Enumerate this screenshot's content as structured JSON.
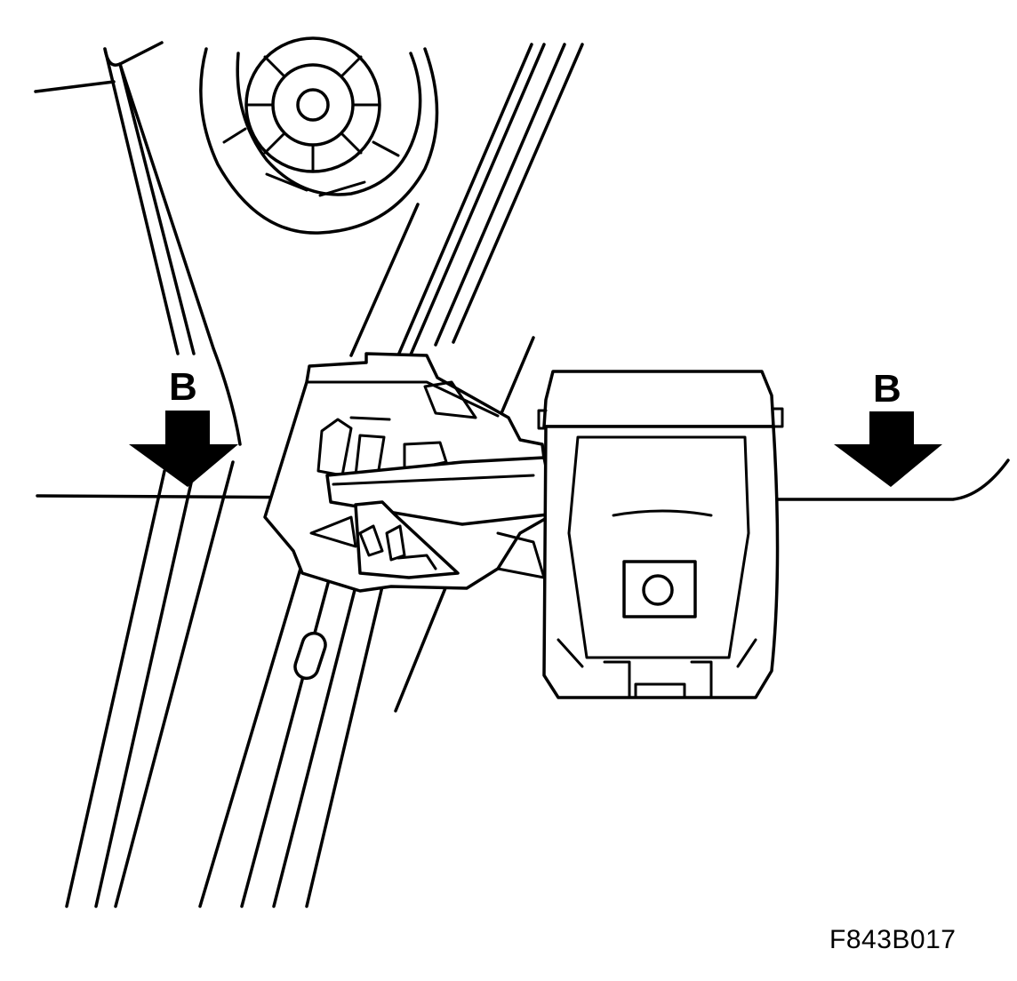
{
  "figure": {
    "code": "F843B017"
  },
  "callouts": {
    "left": "B",
    "right": "B"
  },
  "colors": {
    "ink": "#000000",
    "paper": "#ffffff"
  }
}
